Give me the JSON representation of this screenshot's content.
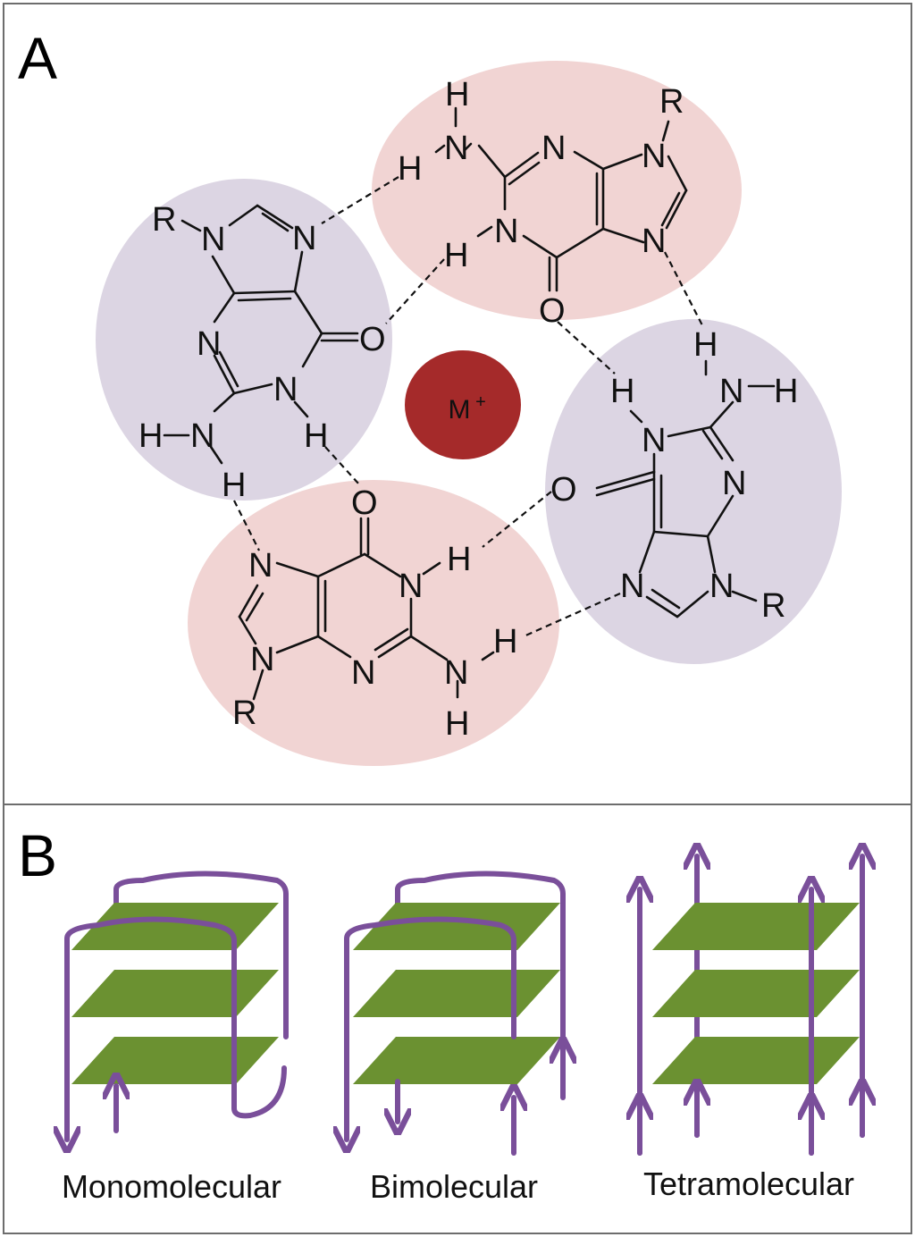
{
  "panels": {
    "a": {
      "letter": "A",
      "cation": {
        "symbol": "M",
        "charge": "+",
        "color": "#a52a2a"
      },
      "ellipse_colors": {
        "blue": "#dcd5e3",
        "pink": "#f1d4d3"
      },
      "substituent": "R",
      "atoms": {
        "nitrogen": "N",
        "oxygen": "O",
        "hydrogen": "H"
      }
    },
    "b": {
      "letter": "B",
      "quartet_color": "#6b9131",
      "strand_color": "#7a4f9a",
      "structures": [
        {
          "caption": "Monomolecular"
        },
        {
          "caption": "Bimolecular"
        },
        {
          "caption": "Tetramolecular"
        }
      ]
    }
  }
}
